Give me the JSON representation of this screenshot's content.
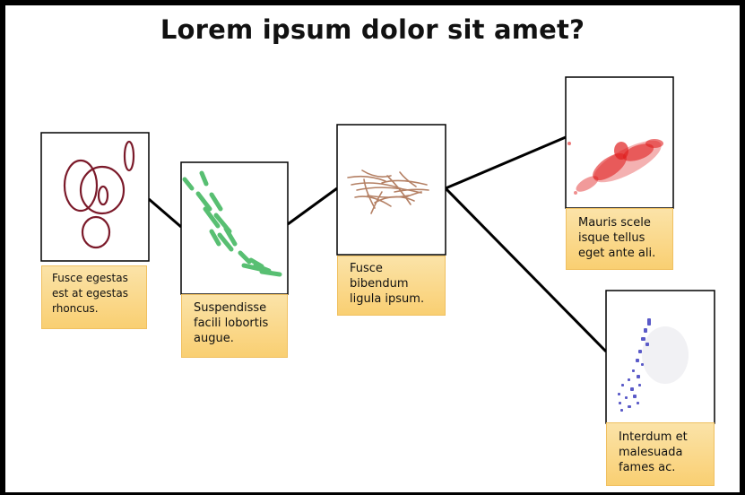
{
  "title": "Lorem ipsum dolor sit amet?",
  "nodes": [
    {
      "label": "Fusce egestas\nest at egestas\nrhoncus.",
      "image": "dark-red-ovals"
    },
    {
      "label": "Suspendisse\nfacili lobortis\naugue.",
      "image": "green-rods"
    },
    {
      "label": "Fusce\nbibendum\nligula ipsum.",
      "image": "brown-filaments"
    },
    {
      "label": "Mauris scele\nisque tellus\neget ante ali.",
      "image": "red-speckle-cluster"
    },
    {
      "label": "Interdum et\nmalesuada\nfames ac.",
      "image": "blue-dotted-chain"
    }
  ],
  "colors": {
    "label_fill": "#f9cf72",
    "oval_stroke": "#7b1a2a",
    "rods": "#3cb45a",
    "filaments": "#a86a4a",
    "speckle": "#e02020",
    "dots": "#5a5ac8"
  }
}
